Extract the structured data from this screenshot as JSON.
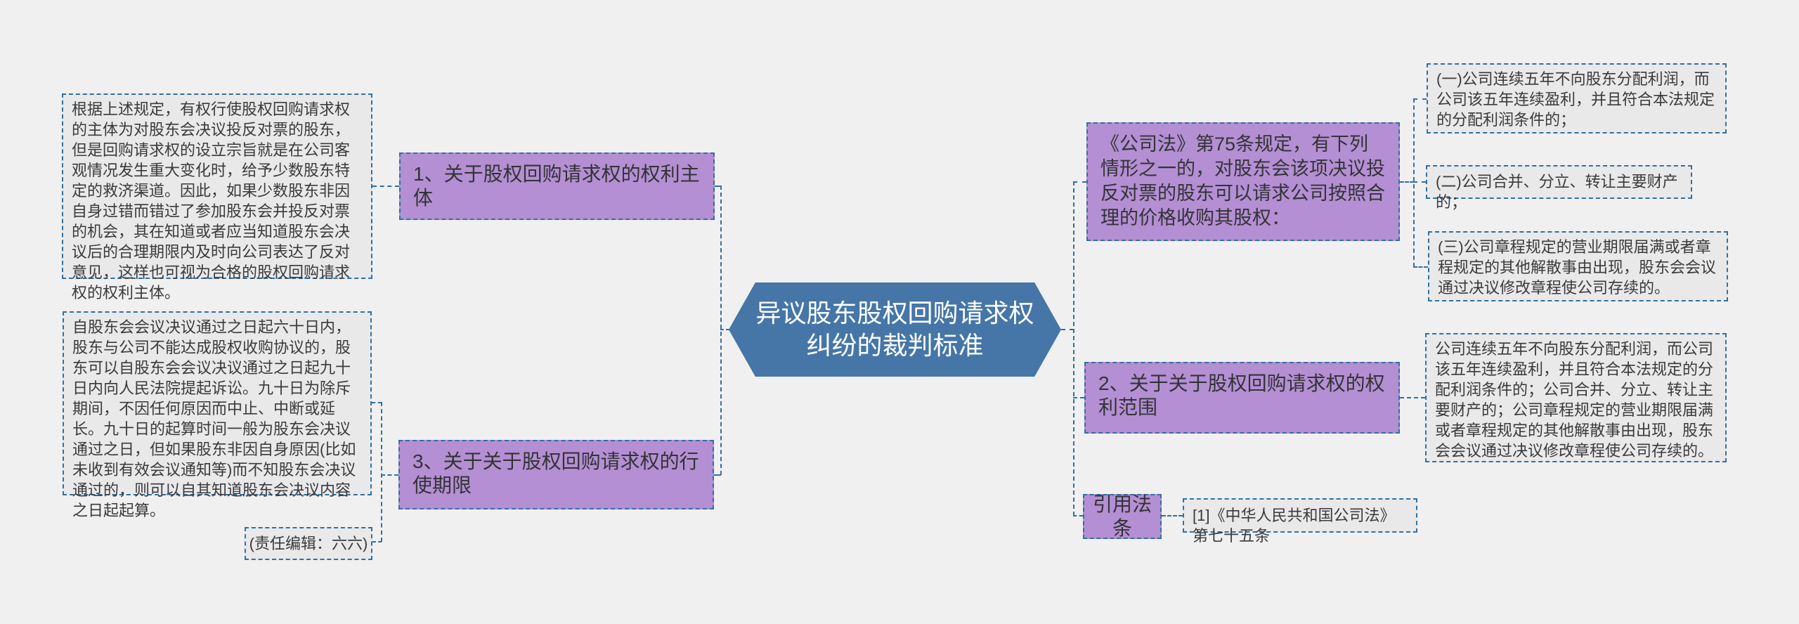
{
  "center": {
    "title": "异议股东股权回购请求权纠纷的裁判标准"
  },
  "subject": {
    "label": "1、关于股权回购请求权的权利主体",
    "detail": "根据上述规定，有权行使股权回购请求权的主体为对股东会决议投反对票的股东，但是回购请求权的设立宗旨就是在公司客观情况发生重大变化时，给予少数股东特定的救济渠道。因此，如果少数股东非因自身过错而错过了参加股东会并投反对票的机会，其在知道或者应当知道股东会决议后的合理期限内及时向公司表达了反对意见，这样也可视为合格的股权回购请求权的权利主体。"
  },
  "period": {
    "label": "3、关于关于股权回购请求权的行使期限",
    "detail": "自股东会会议决议通过之日起六十日内，股东与公司不能达成股权收购协议的，股东可以自股东会会议决议通过之日起九十日内向人民法院提起诉讼。九十日为除斥期间，不因任何原因而中止、中断或延长。九十日的起算时间一般为股东会决议通过之日，但如果股东非因自身原因(比如未收到有效会议通知等)而不知股东会决议通过的，则可以自其知道股东会决议内容之日起起算。",
    "editor": "(责任编辑：六六)"
  },
  "law75": {
    "label": "《公司法》第75条规定，有下列情形之一的，对股东会该项决议投反对票的股东可以请求公司按照合理的价格收购其股权：",
    "items": [
      "(一)公司连续五年不向股东分配利润，而公司该五年连续盈利，并且符合本法规定的分配利润条件的；",
      "(二)公司合并、分立、转让主要财产的；",
      "(三)公司章程规定的营业期限届满或者章程规定的其他解散事由出现，股东会会议通过决议修改章程使公司存续的。"
    ]
  },
  "scope": {
    "label": "2、关于关于股权回购请求权的权利范围",
    "detail": "公司连续五年不向股东分配利润，而公司该五年连续盈利，并且符合本法规定的分配利润条件的；公司合并、分立、转让主要财产的；公司章程规定的营业期限届满或者章程规定的其他解散事由出现，股东会会议通过决议修改章程使公司存续的。"
  },
  "citation": {
    "label": "引用法条",
    "detail": "[1]《中华人民共和国公司法》 第七十五条"
  },
  "colors": {
    "background": "#f0f0f1",
    "node_purple": "#b48fd3",
    "center_blue": "#4576a7",
    "note_gray": "#e9e9ea",
    "dash_border": "#3070a0",
    "text": "#3a3a3c",
    "center_text": "#ffffff"
  }
}
